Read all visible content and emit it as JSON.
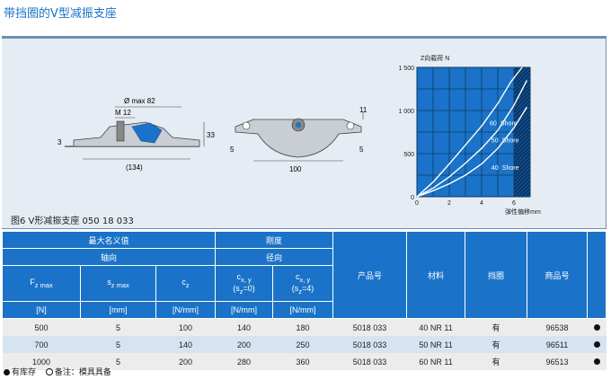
{
  "page_title": "带挡圈的V型减振支座",
  "figure": {
    "caption": "图6  V形减振支座 050 18 033",
    "drawing_side": {
      "dim_diameter": "Ø max 82",
      "dim_thread": "M 12",
      "dim_height": "33",
      "dim_base": "3",
      "dim_length": "(134)"
    },
    "drawing_front": {
      "dim_top": "11",
      "dim_left": "5",
      "dim_width": "100",
      "dim_right": "5"
    }
  },
  "chart_data": {
    "type": "line",
    "ylabel": "Z向载荷 N",
    "xlabel": "弹性偏移mm",
    "xlim": [
      0,
      7
    ],
    "ylim": [
      0,
      1500
    ],
    "xticks": [
      0,
      2,
      4,
      6
    ],
    "yticks": [
      0,
      500,
      1000,
      1500
    ],
    "grid": true,
    "hatched_region_x": [
      6,
      7
    ],
    "series": [
      {
        "name": "40 Shore",
        "x": [
          0,
          1,
          2,
          3,
          4,
          5,
          6,
          6.8
        ],
        "y": [
          0,
          70,
          150,
          250,
          380,
          560,
          800,
          1040
        ]
      },
      {
        "name": "50 Shore",
        "x": [
          0,
          1,
          2,
          3,
          4,
          5,
          6,
          6.8
        ],
        "y": [
          0,
          100,
          230,
          390,
          560,
          770,
          1060,
          1350
        ]
      },
      {
        "name": "60 Shore",
        "x": [
          0,
          1,
          2,
          3,
          4,
          5,
          5.8,
          6.5
        ],
        "y": [
          0,
          170,
          380,
          600,
          820,
          1080,
          1330,
          1500
        ]
      }
    ],
    "curve_labels": [
      {
        "text": "60",
        "shore": "Shore",
        "x": 4.5,
        "y": 830
      },
      {
        "text": "50",
        "shore": "Shore",
        "x": 4.6,
        "y": 630
      },
      {
        "text": "40",
        "shore": "Shore",
        "x": 4.6,
        "y": 310
      }
    ]
  },
  "table": {
    "h_max": "最大名义值",
    "h_stiff": "刚度",
    "h_axial": "轴向",
    "h_radial": "径向",
    "h_fz": "F",
    "h_fz_sub": "z max",
    "h_sz": "s",
    "h_sz_sub": "z max",
    "h_cz": "c",
    "h_cz_sub": "z",
    "h_cxy1": "c",
    "h_cxy1_sub": "x, y",
    "h_cxy1_note": "(s",
    "h_cxy1_note_sub": "z",
    "h_cxy1_note_end": "=0)",
    "h_cxy2": "c",
    "h_cxy2_sub": "x, y",
    "h_cxy2_note": "(s",
    "h_cxy2_note_sub": "z",
    "h_cxy2_note_end": "=4)",
    "h_product": "产品号",
    "h_material": "材料",
    "h_ring": "挡圈",
    "h_item": "商品号",
    "units": [
      "[N]",
      "[mm]",
      "[N/mm]",
      "[N/mm]",
      "[N/mm]"
    ],
    "rows": [
      {
        "fz": "500",
        "sz": "5",
        "cz": "100",
        "c0": "140",
        "c4": "180",
        "product": "5018 033",
        "material": "40 NR 11",
        "ring": "有",
        "item": "96538"
      },
      {
        "fz": "700",
        "sz": "5",
        "cz": "140",
        "c0": "200",
        "c4": "250",
        "product": "5018 033",
        "material": "50 NR 11",
        "ring": "有",
        "item": "96511"
      },
      {
        "fz": "1000",
        "sz": "5",
        "cz": "200",
        "c0": "280",
        "c4": "360",
        "product": "5018 033",
        "material": "60 NR 11",
        "ring": "有",
        "item": "96513"
      }
    ]
  },
  "legend": {
    "in_stock": "有库存",
    "note": "备注：模具具备"
  }
}
